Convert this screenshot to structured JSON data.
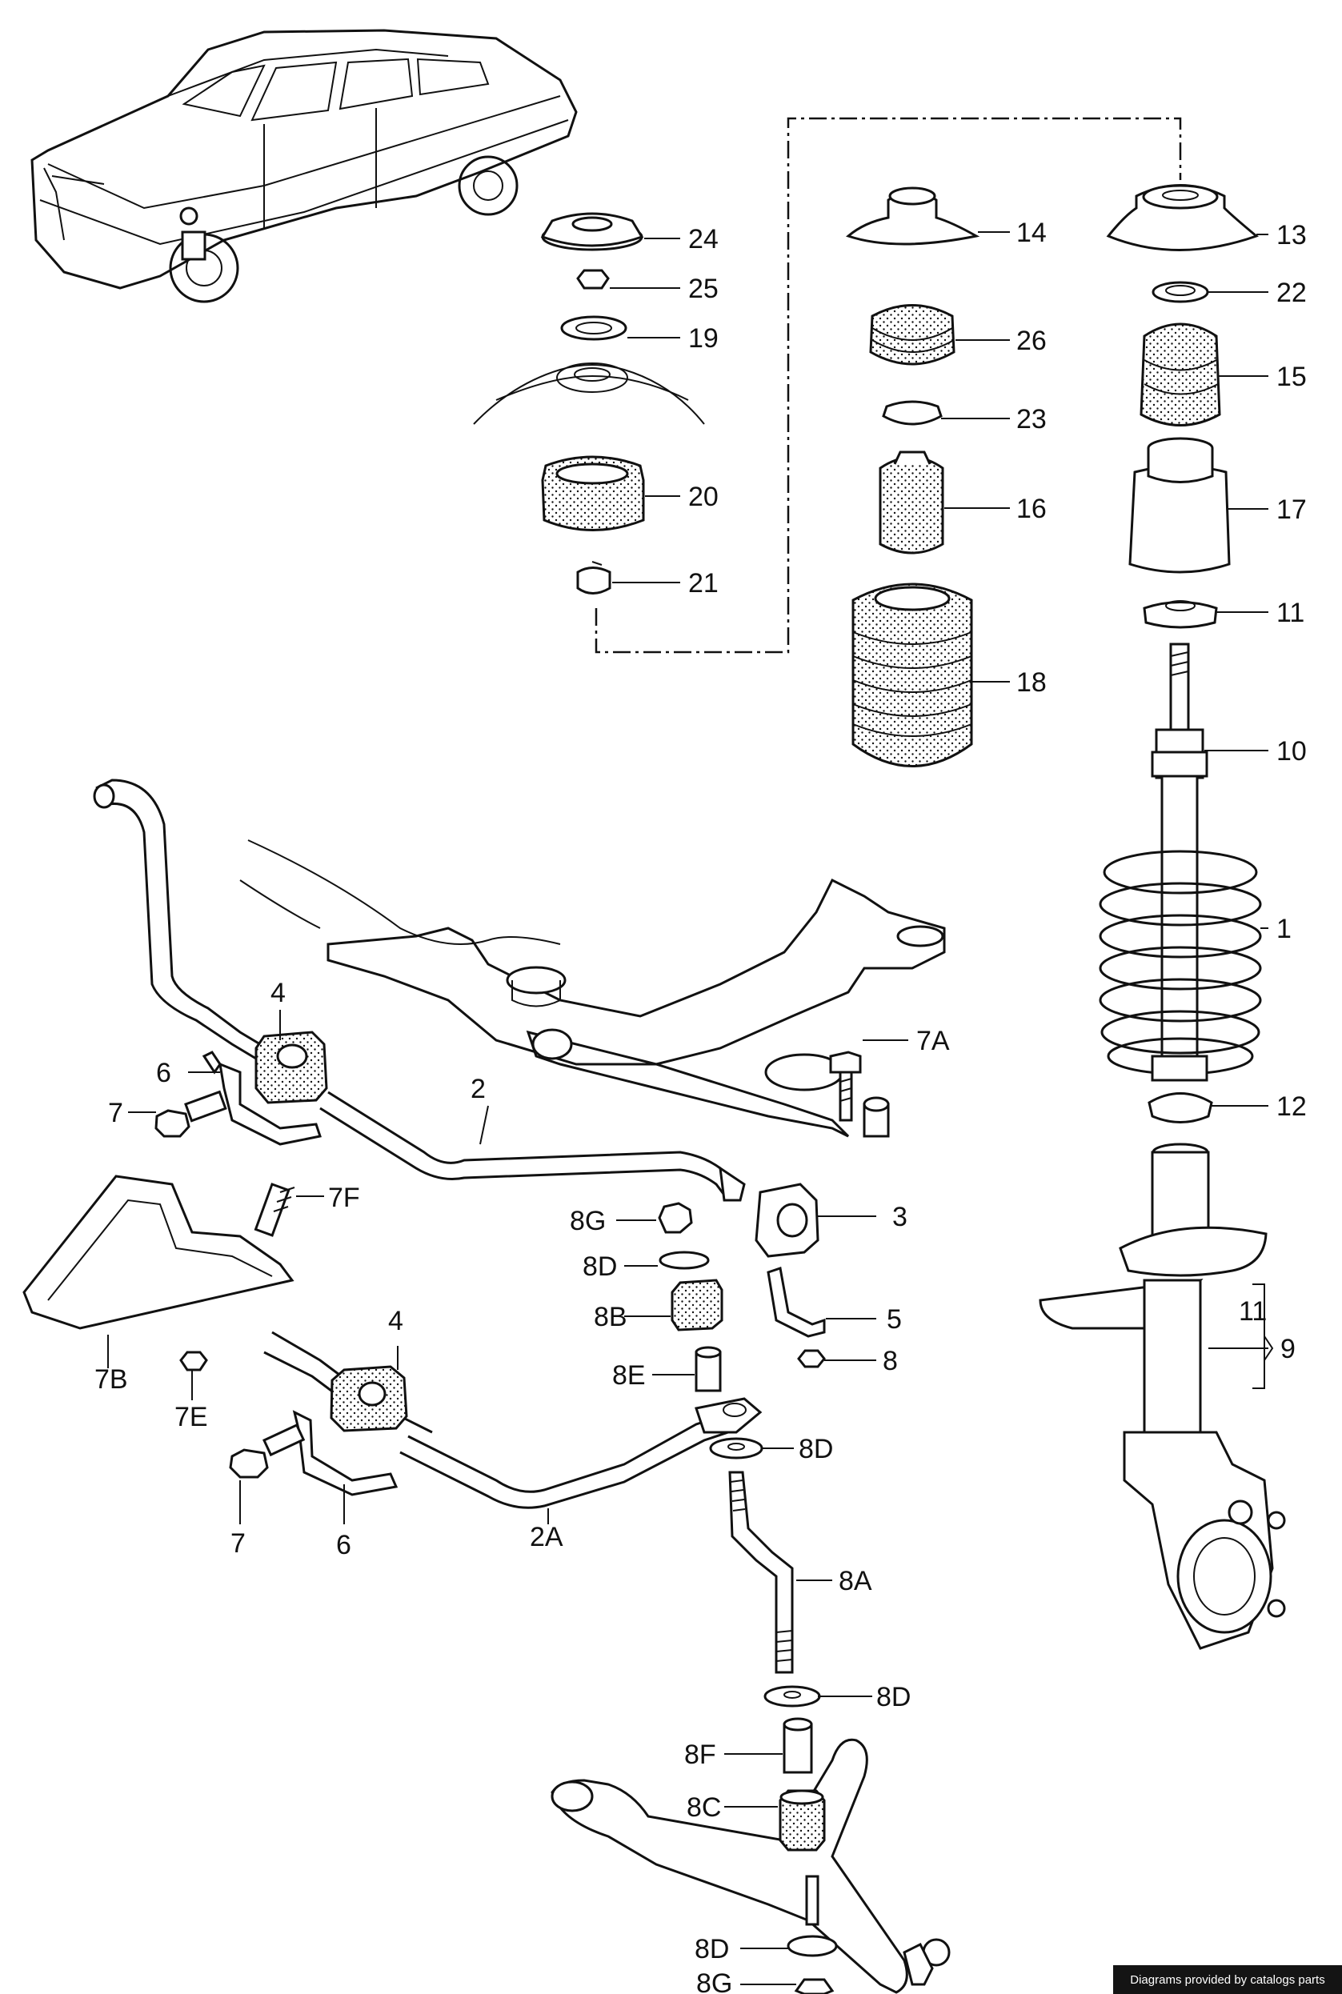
{
  "labels": {
    "l24": "24",
    "l25": "25",
    "l19": "19",
    "l20": "20",
    "l21": "21",
    "l14": "14",
    "l26": "26",
    "l23": "23",
    "l16": "16",
    "l18": "18",
    "l13": "13",
    "l22": "22",
    "l15": "15",
    "l17": "17",
    "l11a": "11",
    "l10": "10",
    "l1": "1",
    "l12": "12",
    "l11b": "11",
    "l9": "9",
    "l7A": "7A",
    "l3": "3",
    "l5": "5",
    "l8": "8",
    "l2": "2",
    "l2A": "2A",
    "l4a": "4",
    "l4b": "4",
    "l6a": "6",
    "l6b": "6",
    "l7a": "7",
    "l7b": "7",
    "l7F": "7F",
    "l7B": "7B",
    "l7E": "7E",
    "l8G": "8G",
    "l8D": "8D",
    "l8B": "8B",
    "l8E": "8E",
    "l8Db": "8D",
    "l8A": "8A",
    "l8Dc": "8D",
    "l8F": "8F",
    "l8C": "8C",
    "l8Dd": "8D",
    "l8Gb": "8G"
  },
  "credit": "Diagrams provided by catalogs parts"
}
